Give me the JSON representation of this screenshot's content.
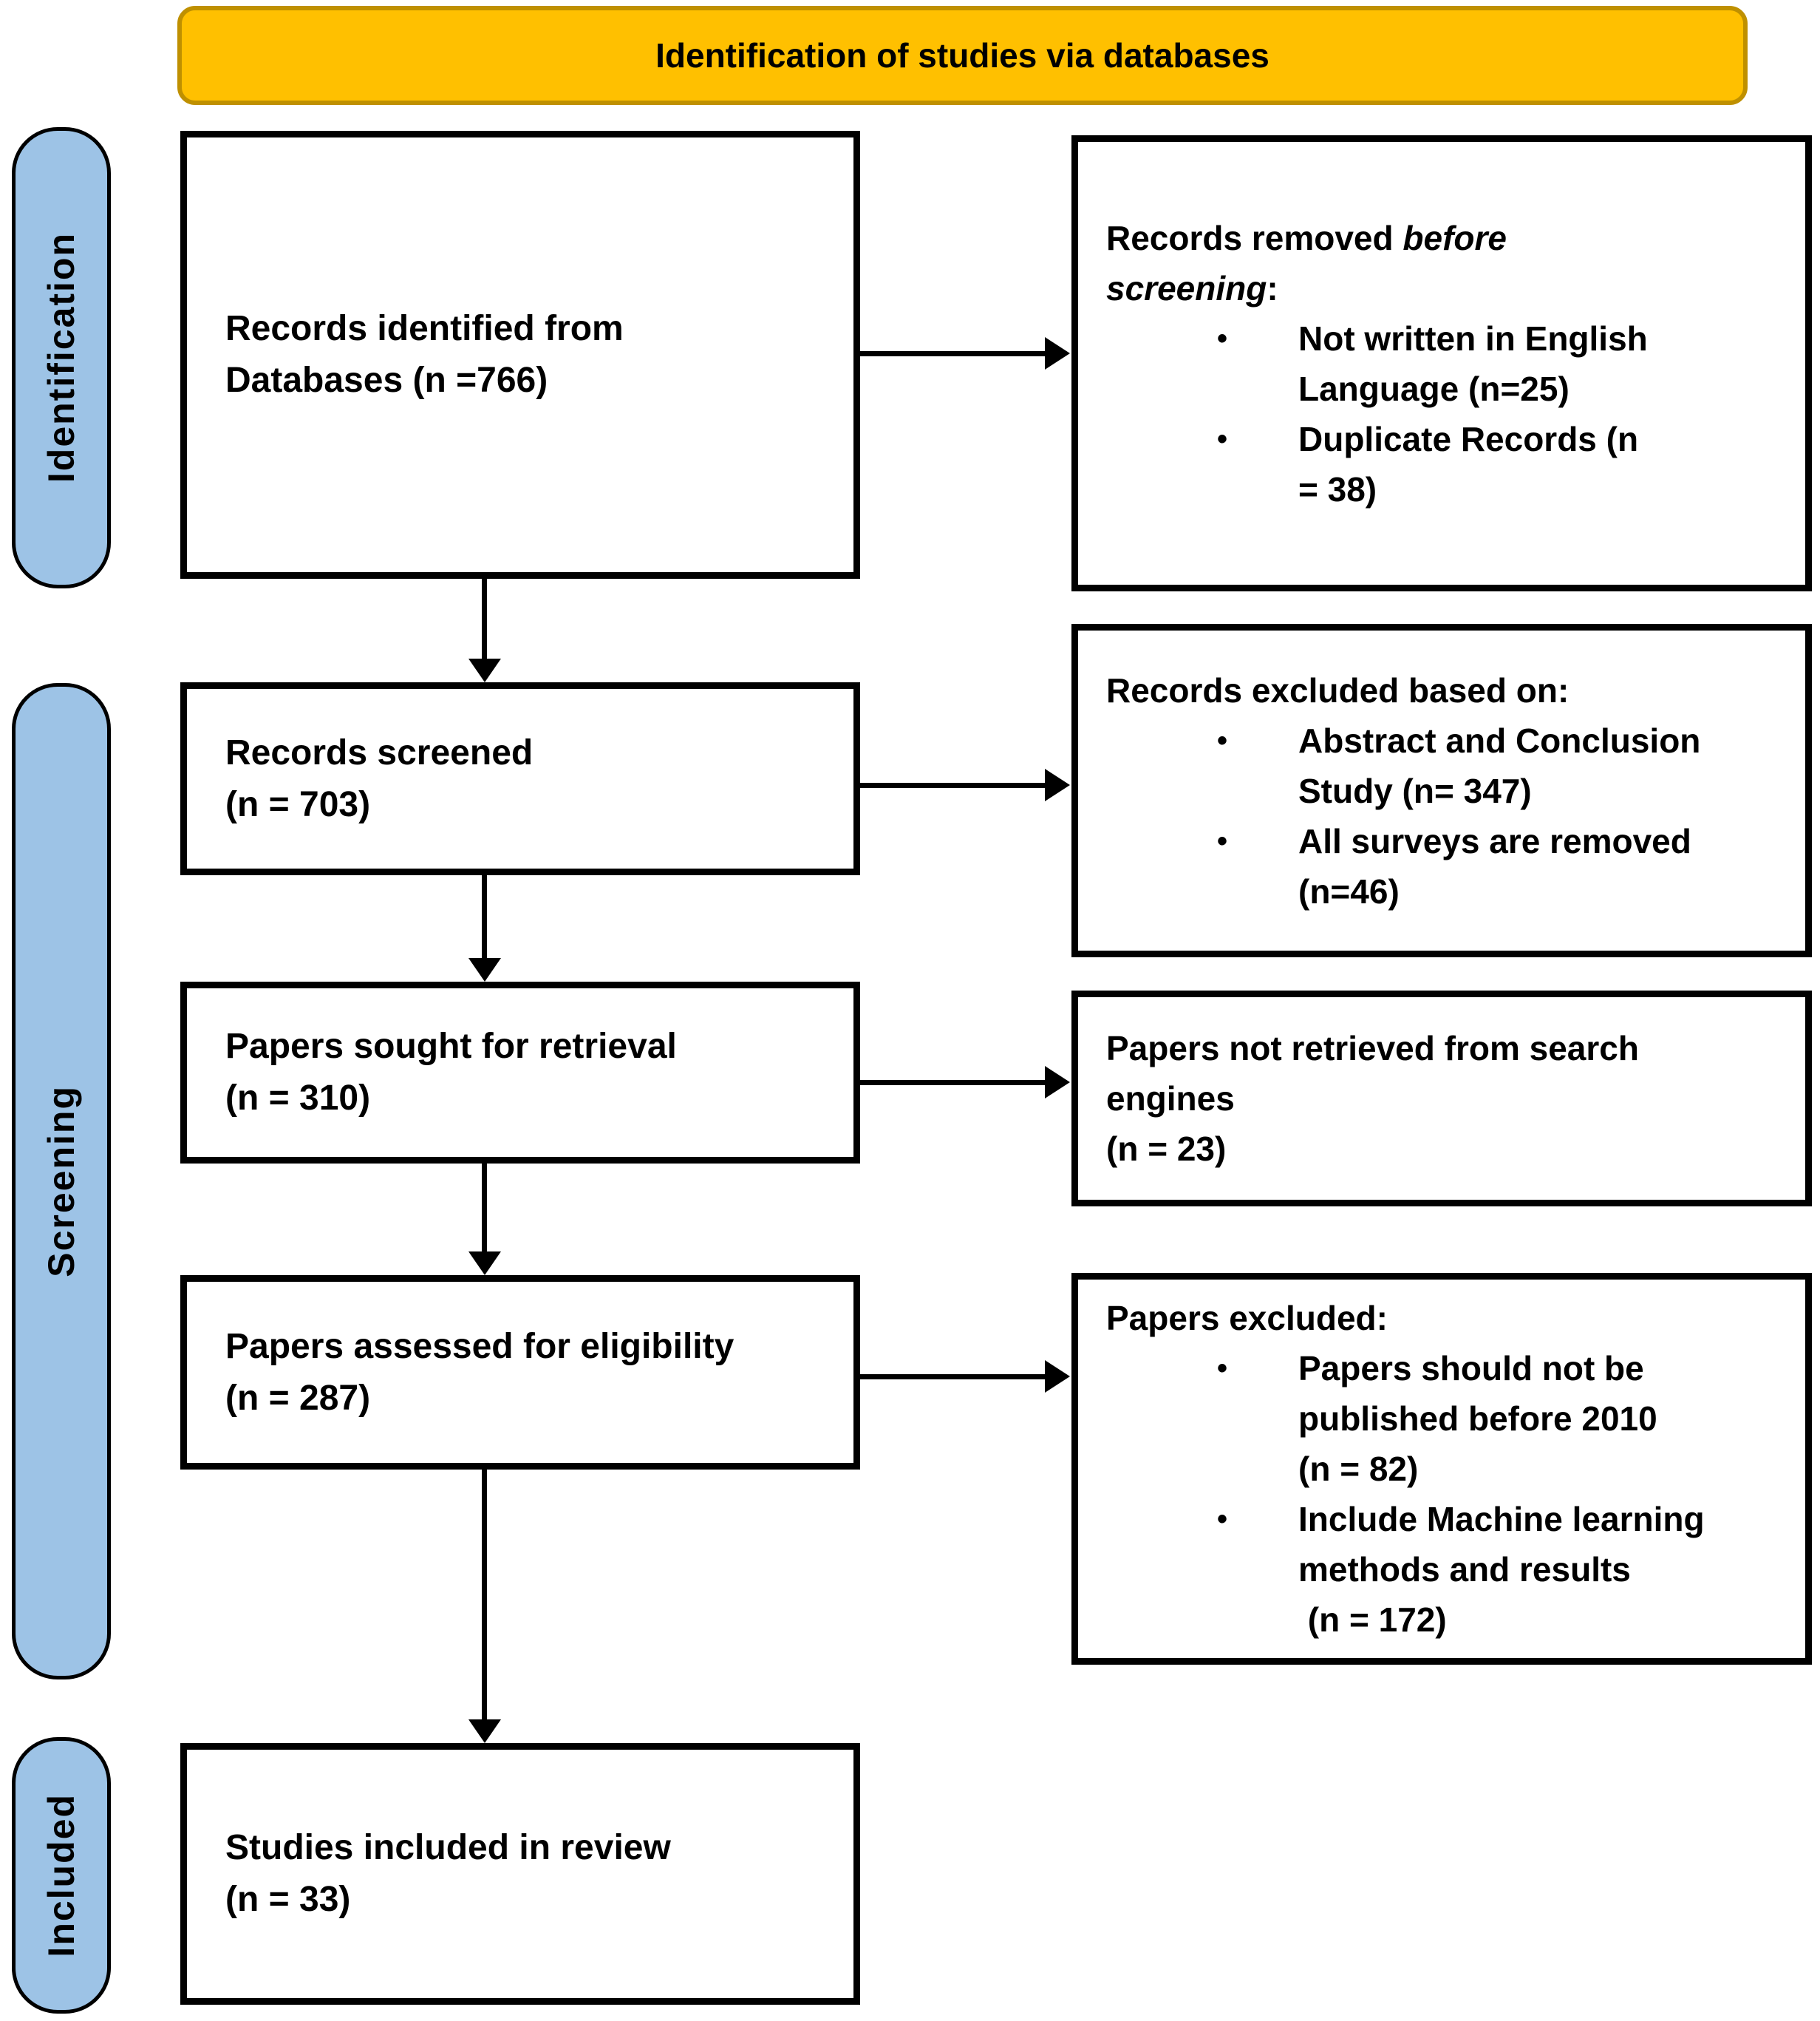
{
  "banner": {
    "title": "Identification of studies via databases"
  },
  "stages": {
    "identification": "Identification",
    "screening": "Screening",
    "included": "Included"
  },
  "glyphs": {
    "bullet": "•"
  },
  "flow": {
    "box1": {
      "lines": [
        "Records identified from",
        "Databases (n =766)"
      ]
    },
    "box2": {
      "lines": [
        "Records screened",
        "(n = 703)"
      ]
    },
    "box3": {
      "lines": [
        "Papers sought for retrieval",
        "(n = 310)"
      ]
    },
    "box4": {
      "lines": [
        "Papers assessed for eligibility",
        "(n = 287)"
      ]
    },
    "box5": {
      "lines": [
        "Studies included in review",
        "(n = 33)"
      ]
    }
  },
  "exclusions": {
    "box1": {
      "header": {
        "l1_normal": "Records removed ",
        "l1_italic": "before",
        "l2_italic": "screening",
        "l2_suffix": ":"
      },
      "bullets": [
        {
          "lines": [
            "Not written in English",
            "Language (n=25)"
          ]
        },
        {
          "lines": [
            "Duplicate Records (n",
            "= 38)"
          ]
        }
      ]
    },
    "box2": {
      "header": "Records excluded based on:",
      "bullets": [
        {
          "lines": [
            "Abstract and Conclusion",
            "Study (n= 347)"
          ]
        },
        {
          "lines": [
            "All surveys are removed",
            "(n=46)"
          ]
        }
      ]
    },
    "box3": {
      "lines": [
        "Papers not retrieved from search",
        "engines",
        "(n = 23)"
      ]
    },
    "box4": {
      "header": "Papers excluded:",
      "bullets": [
        {
          "lines": [
            "Papers should not be",
            "published before 2010",
            "(n = 82)"
          ]
        },
        {
          "lines": [
            "Include Machine learning",
            "methods and results",
            " (n = 172)"
          ]
        }
      ]
    }
  },
  "colors": {
    "banner_fill": "#FFC000",
    "banner_border": "#BF9000",
    "stage_fill": "#9DC3E6",
    "stage_border": "#000000",
    "box_border": "#000000",
    "text": "#000000"
  }
}
